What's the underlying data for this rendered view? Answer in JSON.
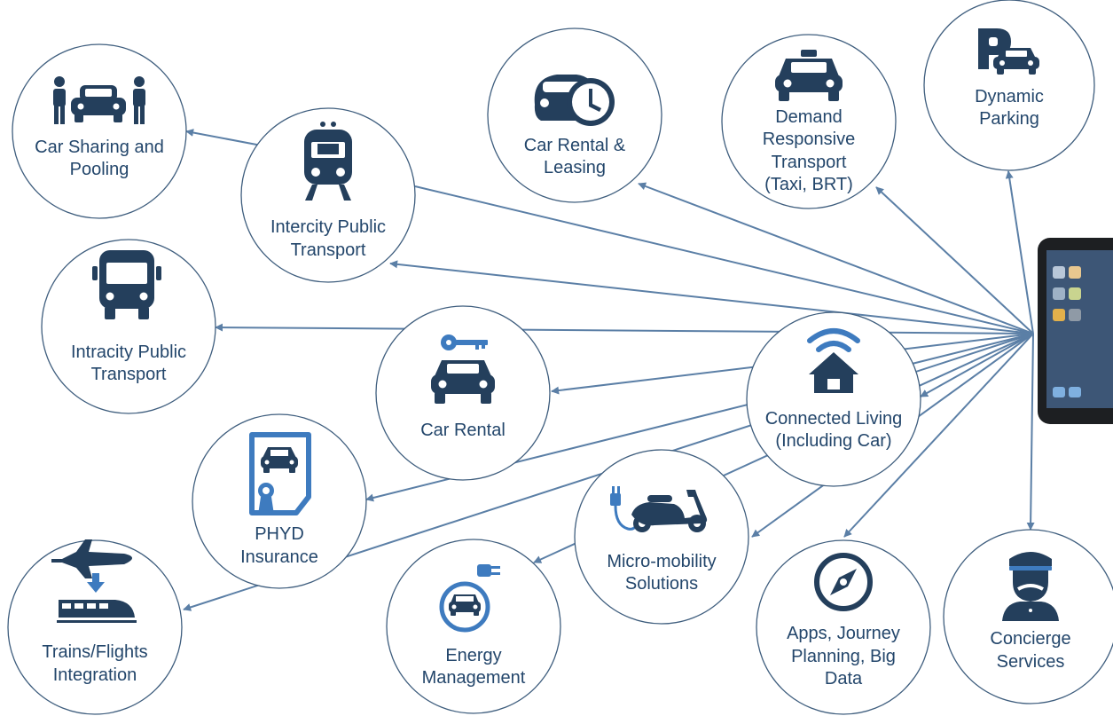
{
  "hub": "tablet-device",
  "colors": {
    "node_fill": "#ffffff",
    "node_stroke": "#3f5e7e",
    "icon": "#243f5c",
    "icon_accent": "#3e7bbf",
    "text": "#23466b",
    "arrow": "#5b7fa6"
  },
  "nodes": {
    "car_sharing": {
      "line1": "Car Sharing and",
      "line2": "Pooling",
      "icon": "people-car-icon"
    },
    "intercity": {
      "line1": "Intercity Public",
      "line2": "Transport",
      "icon": "train-icon"
    },
    "car_rental_leasing": {
      "line1": "Car Rental &",
      "line2": "Leasing",
      "icon": "car-clock-icon"
    },
    "demand_responsive": {
      "line1": "Demand",
      "line2": "Responsive",
      "line3": "Transport",
      "line4": "(Taxi, BRT)",
      "icon": "taxi-icon"
    },
    "dynamic_parking": {
      "line1": "Dynamic",
      "line2": "Parking",
      "icon": "parking-icon"
    },
    "intracity": {
      "line1": "Intracity Public",
      "line2": "Transport",
      "icon": "bus-icon"
    },
    "car_rental": {
      "line1": "Car Rental",
      "icon": "key-car-icon"
    },
    "connected_living": {
      "line1": "Connected Living",
      "line2": "(Including Car)",
      "icon": "smart-home-icon"
    },
    "phyd": {
      "line1": "PHYD",
      "line2": "Insurance",
      "icon": "insurance-certificate-icon"
    },
    "micro_mobility": {
      "line1": "Micro-mobility",
      "line2": "Solutions",
      "icon": "electric-scooter-icon"
    },
    "trains_flights": {
      "line1": "Trains/Flights",
      "line2": "Integration",
      "icon": "plane-train-icon"
    },
    "energy": {
      "line1": "Energy",
      "line2": "Management",
      "icon": "ev-plug-icon"
    },
    "apps": {
      "line1": "Apps, Journey",
      "line2": "Planning, Big",
      "line3": "Data",
      "icon": "compass-icon"
    },
    "concierge": {
      "line1": "Concierge",
      "line2": "Services",
      "icon": "concierge-icon"
    }
  }
}
